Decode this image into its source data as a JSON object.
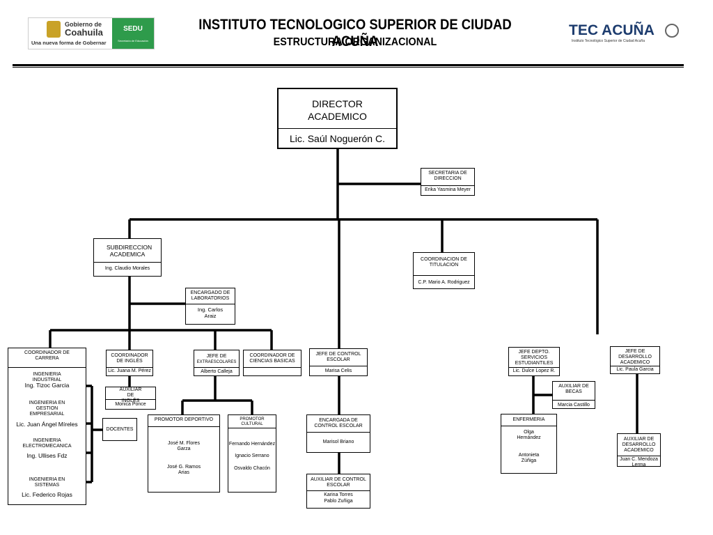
{
  "header": {
    "title": "INSTITUTO TECNOLOGICO SUPERIOR DE CIUDAD ACUÑA",
    "subtitle": "ESTRUCTURA ORGANIZACIONAL",
    "logo_left": {
      "line1": "Gobierno de",
      "line2": "Coahuila",
      "tagline": "Una nueva forma de Gobernar",
      "badge": "SEDU",
      "badge_sub": "Secretaría de Educación"
    },
    "logo_right": {
      "name": "TEC ACUÑA",
      "sub": "Instituto Tecnológico Superior de Ciudad Acuña"
    }
  },
  "org": {
    "director": {
      "title": "DIRECTOR ACADEMICO",
      "name": "Lic. Saúl Noguerón C."
    },
    "secretaria": {
      "title": "SECRETARIA DE DIRECCION",
      "name": "Erika Yasmina  Meyer"
    },
    "subdireccion": {
      "title": "SUBDIRECCION ACADEMICA",
      "name": "Ing. Claudio Morales"
    },
    "coord_titulacion": {
      "title": "COORDINACION DE TITULACION",
      "name": "C.P. Mario A. Rodriguez"
    },
    "laboratorios": {
      "title": "ENCARGADO DE LABORATORIOS",
      "name": "Ing. Carlos Araiz"
    },
    "coord_carrera": {
      "title": "COORDINADOR DE CARRERA",
      "items": [
        {
          "career": "INGENIERIA INDUSTRIAL",
          "name": "Ing. Tizoc Garcia"
        },
        {
          "career": "INGENIERIA EN GESTION EMPRESARIAL",
          "name": "Lic. Juan Ángel Míreles"
        },
        {
          "career": "INGENIERIA ELECTROMECANICA",
          "name": "Ing.  Ullises  Fdz"
        },
        {
          "career": "INGENIERIA EN SISTEMAS",
          "name": "Lic. Federico Rojas"
        }
      ]
    },
    "docentes": {
      "title": "DOCENTES"
    },
    "coord_ingles": {
      "title": "COORDINADOR DE INGLÉS",
      "name": "Lic. Juana M. Pérez"
    },
    "auxiliar_ingles": {
      "title": "AUXILIAR DE INGLÉS",
      "name": "Monica Ponce"
    },
    "jefe_extraescolares": {
      "title": "JEFE DE",
      "title2": "EXTRAESCOLARES",
      "name": "Alberto Calleja"
    },
    "coord_ciencias": {
      "title": "COORDINADOR DE CIENCIAS BASICAS"
    },
    "promotor_deportivo": {
      "title": "PROMOTOR DEPORTIVO",
      "names": [
        "José M. Flores Garza",
        "José  G. Ramos Arias"
      ]
    },
    "promotor_cultural": {
      "title": "PROMOTOR CULTURAL",
      "names": [
        "Fernando Hernández",
        "Ignacio Serrano",
        "Osvaldo Chacón"
      ]
    },
    "jefe_control": {
      "title": "JEFE DE CONTROL ESCOLAR",
      "name": "Marisa Celis"
    },
    "encargada_control": {
      "title": "ENCARGADA DE CONTROL ESCOLAR",
      "name": "Marisol Briano"
    },
    "auxiliar_control": {
      "title": "AUXILIAR DE CONTROL ESCOLAR",
      "names": [
        "Karina Torres",
        "Pablo Zuñiga"
      ]
    },
    "jefe_servicios": {
      "title": "JEFE DEPTO. SERVICIOS ESTUDIANTILES",
      "name": "Lic. Dulce Lopez R."
    },
    "auxiliar_becas": {
      "title": "AUXILIAR DE BECAS",
      "name": "Marcia Castillo"
    },
    "enfermeria": {
      "title": "ENFERMERIA",
      "names": [
        "Olga Hernández",
        "Antonieta Zúñiga"
      ]
    },
    "jefe_desarrollo": {
      "title": "JEFE DE DESARROLLO ACADEMICO",
      "name": "Lic. Paula Garcia"
    },
    "auxiliar_desarrollo": {
      "title": "AUXILIAR DE DESARROLLO ACADEMICO",
      "name": "Juan C. Mendoza Lerma"
    }
  }
}
